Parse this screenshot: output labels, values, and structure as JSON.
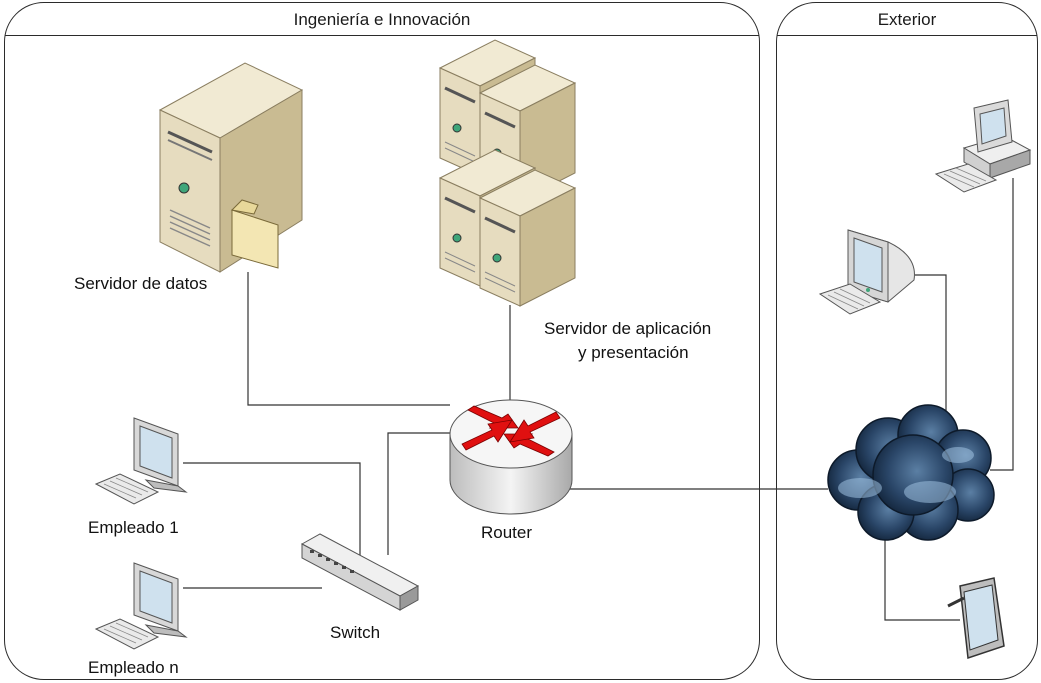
{
  "zones": {
    "internal": {
      "title": "Ingeniería e Innovación"
    },
    "external": {
      "title": "Exterior"
    }
  },
  "nodes": {
    "data_server": {
      "label": "Servidor de datos",
      "icon": "database-server-icon"
    },
    "app_server": {
      "label_line1": "Servidor de aplicación",
      "label_line2": "y presentación",
      "icon": "server-cluster-icon"
    },
    "router": {
      "label": "Router",
      "icon": "router-icon"
    },
    "switch": {
      "label": "Switch",
      "icon": "switch-icon"
    },
    "employee_1": {
      "label": "Empleado 1",
      "icon": "workstation-icon"
    },
    "employee_n": {
      "label": "Empleado n",
      "icon": "workstation-icon"
    },
    "internet": {
      "icon": "cloud-icon"
    },
    "ext_pc": {
      "icon": "desktop-pc-icon"
    },
    "ext_terminal": {
      "icon": "terminal-icon"
    },
    "ext_tablet": {
      "icon": "tablet-icon"
    }
  },
  "colors": {
    "server_body": "#e3d9be",
    "router_arrows": "#e01010",
    "cloud": "#1f3a5a",
    "screen": "#cfe1ee"
  }
}
